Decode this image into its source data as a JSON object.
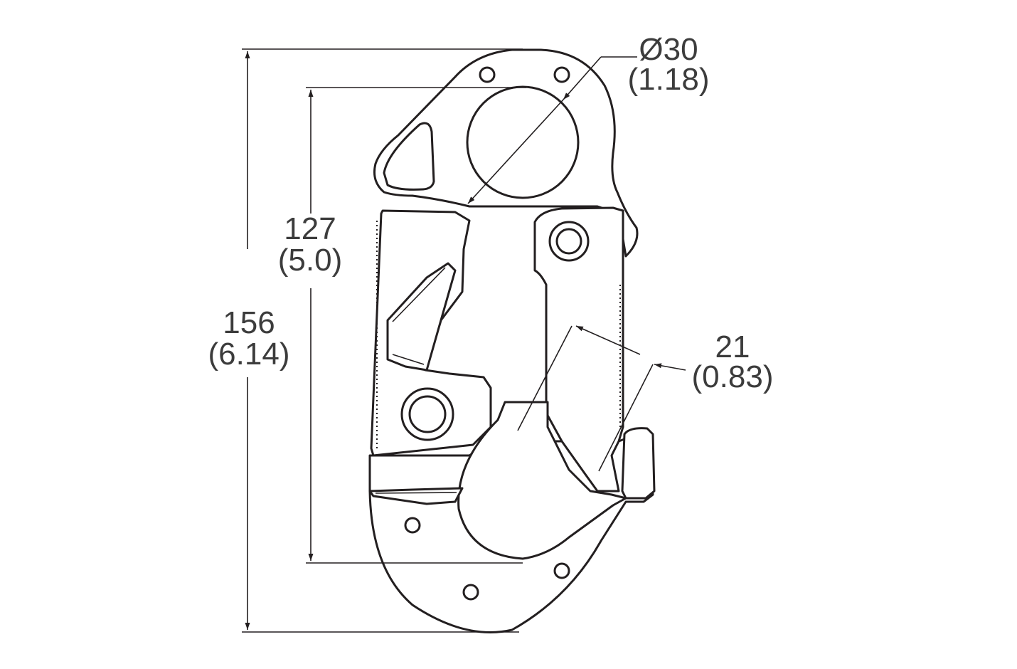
{
  "colors": {
    "ink": "#231f20",
    "background": "#ffffff",
    "label": "#3c3c3c"
  },
  "dimensions": {
    "overall_length": {
      "mm": "156",
      "in": "(6.14)"
    },
    "inner_length": {
      "mm": "127",
      "in": "(5.0)"
    },
    "eye_diameter": {
      "mm": "Ø30",
      "in": "(1.18)"
    },
    "gate_opening": {
      "mm": "21",
      "in": "(0.83)"
    }
  }
}
